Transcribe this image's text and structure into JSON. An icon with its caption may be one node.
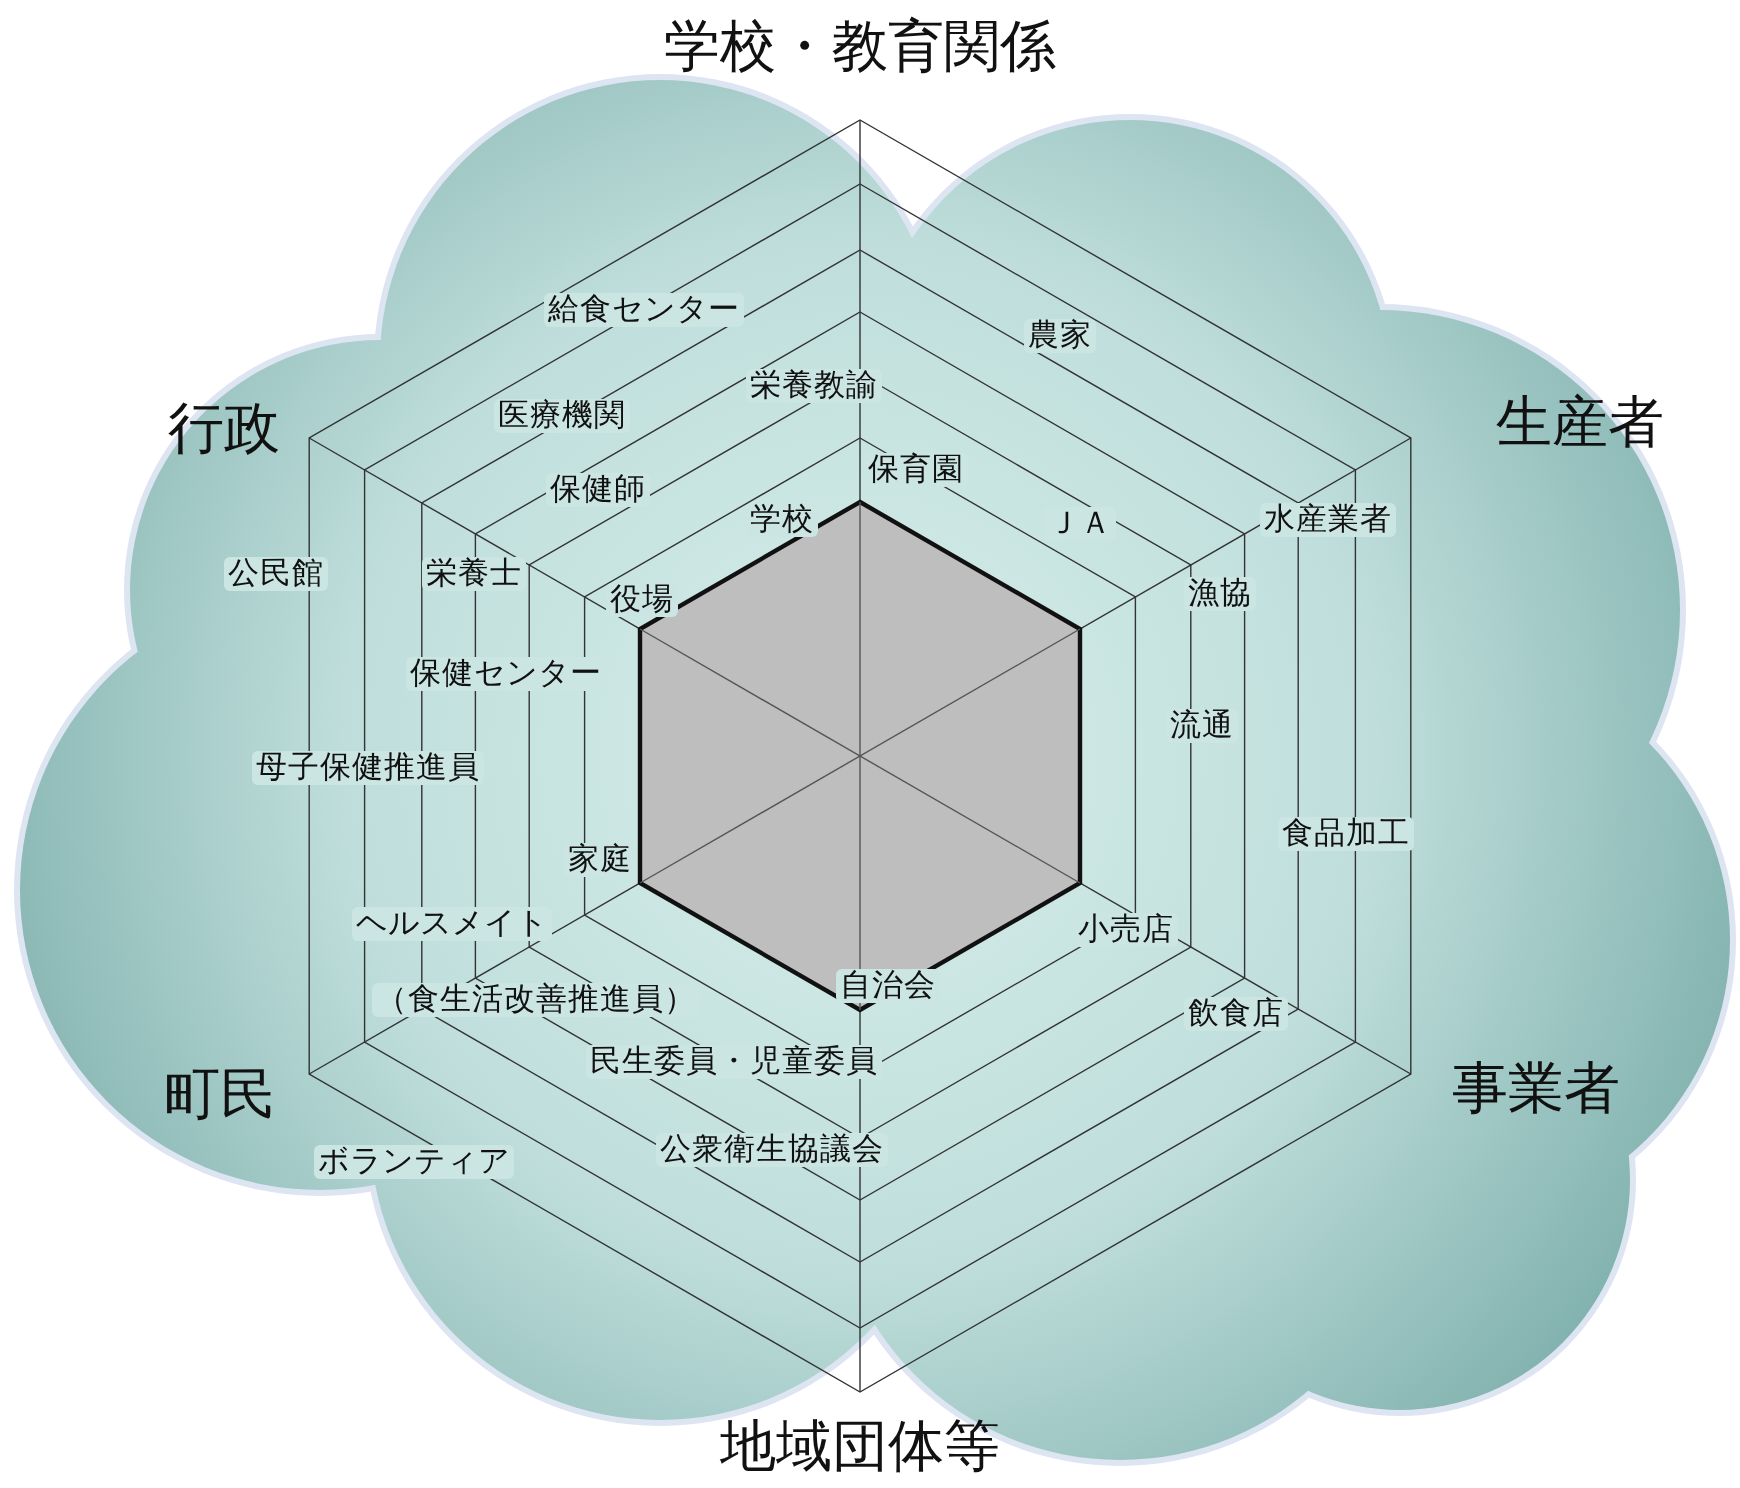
{
  "diagram": {
    "labels": [
      "学校・教育関係",
      "給食センター",
      "農家",
      "栄養教諭",
      "医療機関",
      "行政",
      "生産者",
      "保育園",
      "保健師",
      "学校",
      "ＪＡ",
      "水産業者",
      "公民館",
      "栄養士",
      "役場",
      "漁協",
      "保健センター",
      "流通",
      "母子保健推進員",
      "食品加工",
      "家庭",
      "ヘルスメイト",
      "小売店",
      "自治会",
      "（食生活改善推進員）",
      "飲食店",
      "民生委員・児童委員",
      "町民",
      "事業者",
      "公衆衛生協議会",
      "ボランティア",
      "地域団体等"
    ]
  }
}
